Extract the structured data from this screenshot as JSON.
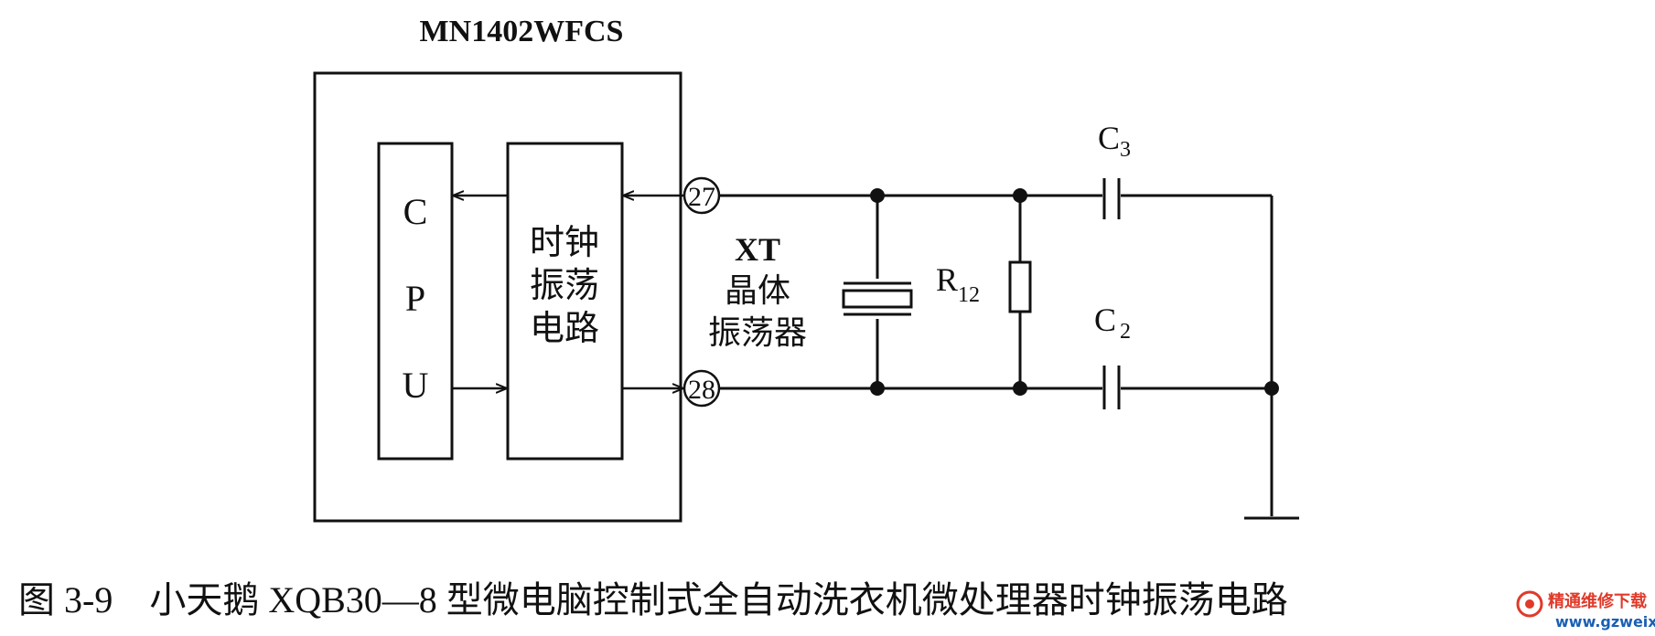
{
  "chip": {
    "name": "MN1402WFCS"
  },
  "cpu": {
    "letters": [
      "C",
      "P",
      "U"
    ]
  },
  "oscillator_block": {
    "lines": [
      "时钟",
      "振荡",
      "电路"
    ]
  },
  "pins": {
    "top": "27",
    "bottom": "28"
  },
  "crystal": {
    "lines": [
      "XT",
      "晶体",
      "振荡器"
    ]
  },
  "resistor": {
    "label": "R",
    "sub": "12"
  },
  "capacitors": {
    "c3": {
      "label": "C",
      "sub": "3"
    },
    "c2": {
      "label": "C",
      "sub": "2"
    }
  },
  "caption": "图 3-9    小天鹅 XQB30—8 型微电脑控制式全自动洗衣机微处理器时钟振荡电路",
  "watermark": {
    "line1": "精通维修下载",
    "line2": "www.gzweix.com"
  },
  "colors": {
    "ink": "#111111",
    "watermark_red": "#e03a2a",
    "watermark_blue": "#1a5fb4"
  }
}
